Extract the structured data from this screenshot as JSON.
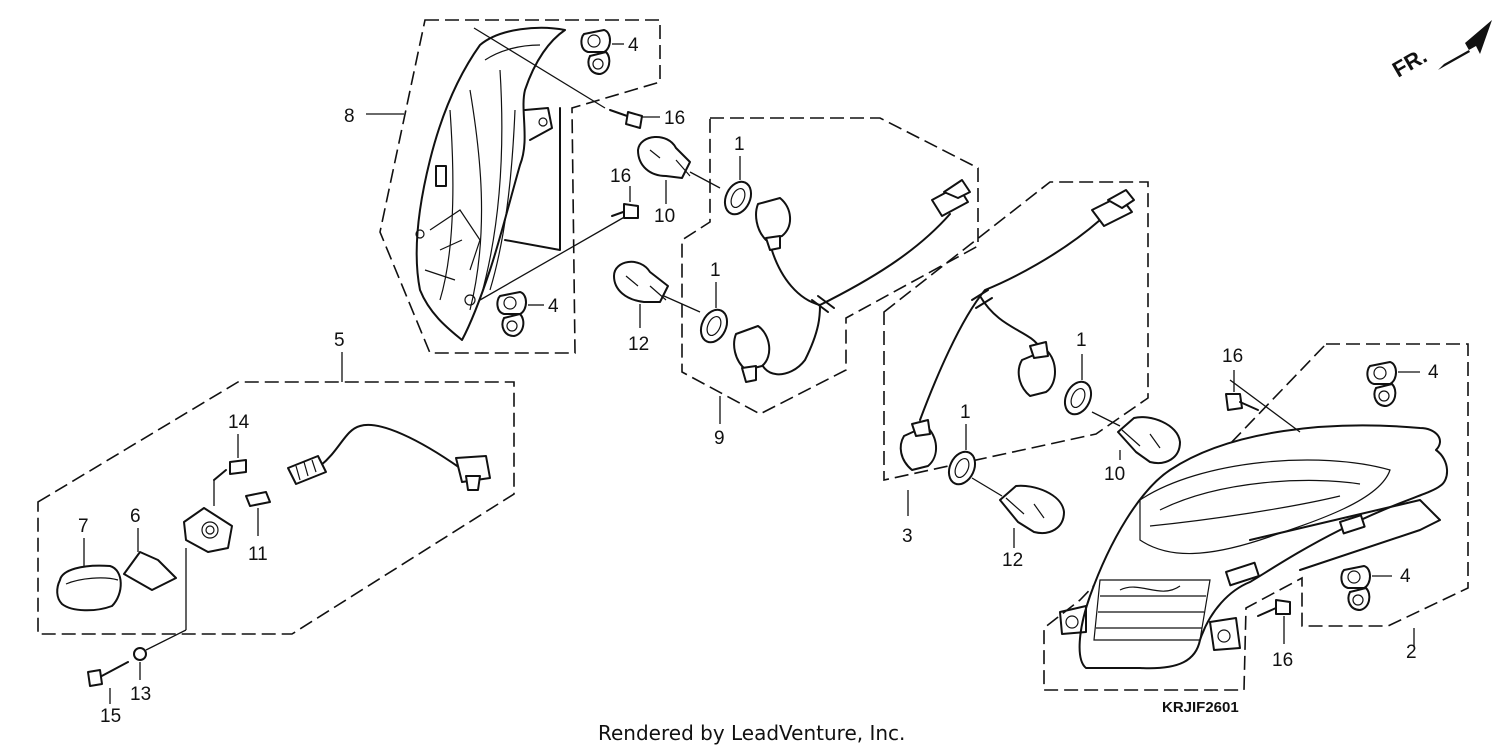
{
  "diagram": {
    "callouts": [
      "1",
      "1",
      "1",
      "1",
      "2",
      "3",
      "4",
      "4",
      "4",
      "4",
      "5",
      "6",
      "7",
      "8",
      "9",
      "10",
      "10",
      "11",
      "12",
      "12",
      "13",
      "14",
      "15",
      "16",
      "16",
      "16",
      "16"
    ],
    "labels": {
      "n1a": "1",
      "n1b": "1",
      "n1c": "1",
      "n1d": "1",
      "n2": "2",
      "n3": "3",
      "n4a": "4",
      "n4b": "4",
      "n4c": "4",
      "n4d": "4",
      "n5": "5",
      "n6": "6",
      "n7": "7",
      "n8": "8",
      "n9": "9",
      "n10a": "10",
      "n10b": "10",
      "n11": "11",
      "n12a": "12",
      "n12b": "12",
      "n13": "13",
      "n14": "14",
      "n15": "15",
      "n16a": "16",
      "n16b": "16",
      "n16c": "16",
      "n16d": "16"
    },
    "diagram_code": "KRJIF2601",
    "direction_label": "FR.",
    "credit": "Rendered by LeadVenture, Inc."
  }
}
